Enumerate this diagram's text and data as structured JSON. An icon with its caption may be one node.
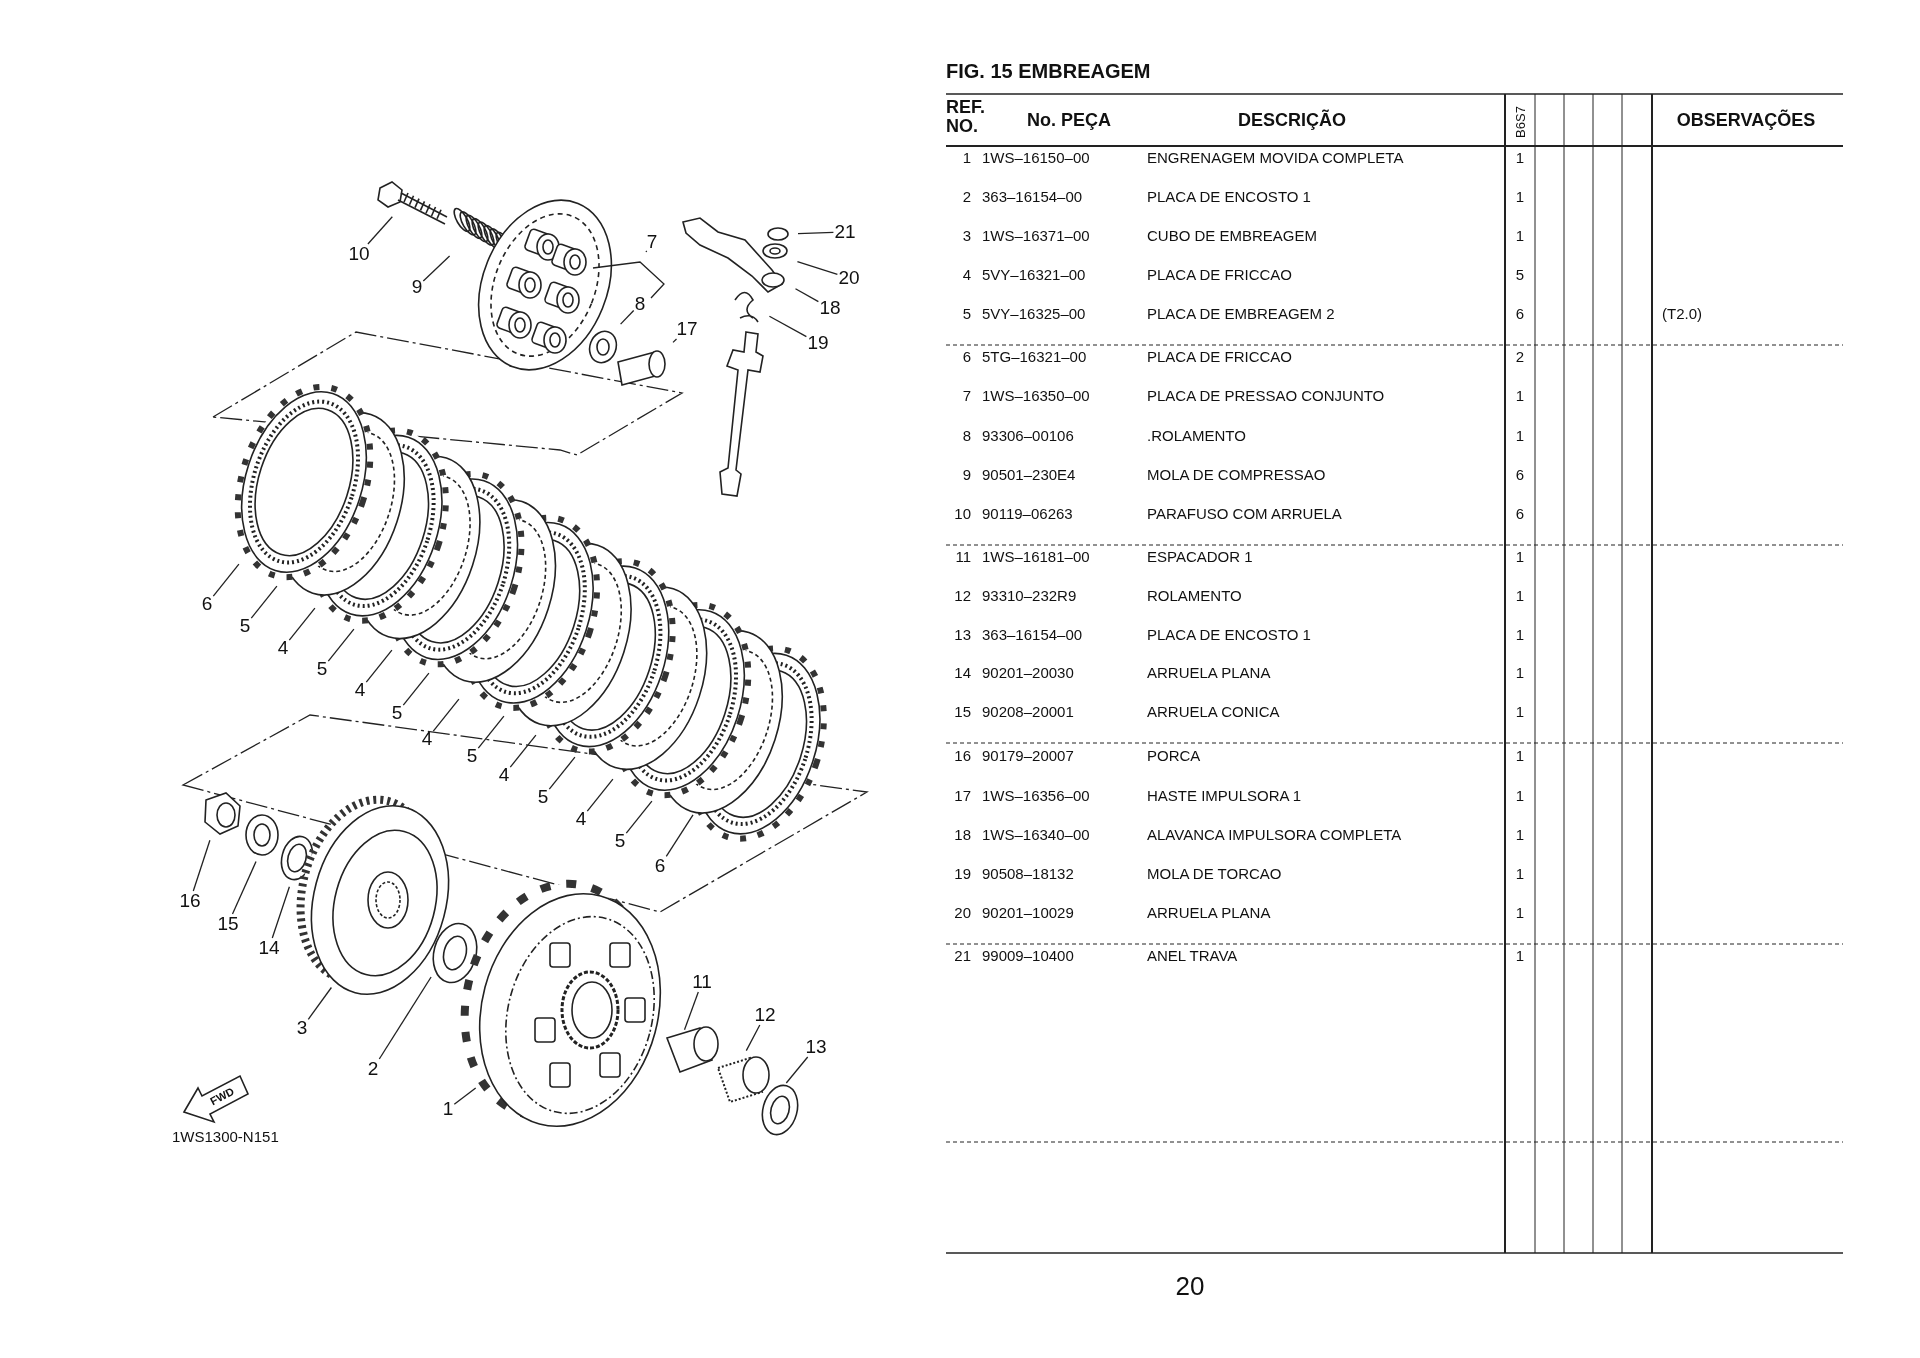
{
  "diagram": {
    "title": "FIG. 15 EMBREAGEM",
    "nodes": [
      {
        "text": [
          "10"
        ]
      },
      {
        "text": [
          "9"
        ]
      },
      {
        "text": [
          "7"
        ]
      },
      {
        "text": [
          "8"
        ]
      },
      {
        "text": [
          "17"
        ]
      },
      {
        "text": [
          "21"
        ]
      },
      {
        "text": [
          "20"
        ]
      },
      {
        "text": [
          "18"
        ]
      },
      {
        "text": [
          "19"
        ]
      },
      {
        "text": [
          "6"
        ]
      },
      {
        "text": [
          "5"
        ]
      },
      {
        "text": [
          "4"
        ]
      },
      {
        "text": [
          "5"
        ]
      },
      {
        "text": [
          "4"
        ]
      },
      {
        "text": [
          "5"
        ]
      },
      {
        "text": [
          "4"
        ]
      },
      {
        "text": [
          "5"
        ]
      },
      {
        "text": [
          "4"
        ]
      },
      {
        "text": [
          "5"
        ]
      },
      {
        "text": [
          "4"
        ]
      },
      {
        "text": [
          "5"
        ]
      },
      {
        "text": [
          "6"
        ]
      },
      {
        "text": [
          "16"
        ]
      },
      {
        "text": [
          "15"
        ]
      },
      {
        "text": [
          "14"
        ]
      },
      {
        "text": [
          "3"
        ]
      },
      {
        "text": [
          "2"
        ]
      },
      {
        "text": [
          "1"
        ]
      },
      {
        "text": [
          "11"
        ]
      },
      {
        "text": [
          "12"
        ]
      },
      {
        "text": [
          "13"
        ]
      }
    ],
    "edges": [
      {
        "from": 0,
        "to": null,
        "arrow": "none"
      },
      {
        "from": 1,
        "to": null,
        "arrow": "none"
      },
      {
        "from": 2,
        "to": null,
        "arrow": "none"
      },
      {
        "from": 3,
        "to": null,
        "arrow": "none"
      },
      {
        "from": 4,
        "to": null,
        "arrow": "none"
      },
      {
        "from": 5,
        "to": null,
        "arrow": "none"
      },
      {
        "from": 6,
        "to": null,
        "arrow": "none"
      },
      {
        "from": 7,
        "to": null,
        "arrow": "none"
      },
      {
        "from": 8,
        "to": null,
        "arrow": "none"
      },
      {
        "from": 9,
        "to": null,
        "arrow": "none"
      },
      {
        "from": 10,
        "to": null,
        "arrow": "none"
      },
      {
        "from": 11,
        "to": null,
        "arrow": "none"
      },
      {
        "from": 12,
        "to": null,
        "arrow": "none"
      },
      {
        "from": 13,
        "to": null,
        "arrow": "none"
      },
      {
        "from": 14,
        "to": null,
        "arrow": "none"
      },
      {
        "from": 15,
        "to": null,
        "arrow": "none"
      },
      {
        "from": 16,
        "to": null,
        "arrow": "none"
      },
      {
        "from": 17,
        "to": null,
        "arrow": "none"
      },
      {
        "from": 18,
        "to": null,
        "arrow": "none"
      },
      {
        "from": 19,
        "to": null,
        "arrow": "none"
      },
      {
        "from": 20,
        "to": null,
        "arrow": "none"
      },
      {
        "from": 21,
        "to": null,
        "arrow": "none"
      },
      {
        "from": 22,
        "to": null,
        "arrow": "none"
      },
      {
        "from": 23,
        "to": null,
        "arrow": "none"
      },
      {
        "from": 24,
        "to": null,
        "arrow": "none"
      },
      {
        "from": 25,
        "to": null,
        "arrow": "none"
      },
      {
        "from": 26,
        "to": null,
        "arrow": "none"
      },
      {
        "from": 27,
        "to": null,
        "arrow": "none"
      },
      {
        "from": 28,
        "to": null,
        "arrow": "none"
      },
      {
        "from": 29,
        "to": null,
        "arrow": "none"
      },
      {
        "from": 30,
        "to": null,
        "arrow": "none"
      }
    ],
    "labels": [
      "REF. NO.",
      "No. PEÇA",
      "DESCRIÇÃO",
      "B6S7",
      "OBSERVAÇÕES",
      "1",
      "1WS–16150–00",
      "ENGRENAGEM MOVIDA COMPLETA",
      "1",
      "2",
      "363–16154–00",
      "PLACA DE ENCOSTO 1",
      "1",
      "3",
      "1WS–16371–00",
      "CUBO DE EMBREAGEM",
      "1",
      "4",
      "5VY–16321–00",
      "PLACA DE FRICCAO",
      "5",
      "5",
      "5VY–16325–00",
      "PLACA DE EMBREAGEM 2",
      "6",
      "(T2.0)",
      "6",
      "5TG–16321–00",
      "PLACA DE FRICCAO",
      "2",
      "7",
      "1WS–16350–00",
      "PLACA DE PRESSAO CONJUNTO",
      "1",
      "8",
      "93306–00106",
      ".ROLAMENTO",
      "1",
      "9",
      "90501–230E4",
      "MOLA DE COMPRESSAO",
      "6",
      "10",
      "90119–06263",
      "PARAFUSO COM ARRUELA",
      "6",
      "11",
      "1WS–16181–00",
      "ESPACADOR 1",
      "1",
      "12",
      "93310–232R9",
      "ROLAMENTO",
      "1",
      "13",
      "363–16154–00",
      "PLACA DE ENCOSTO 1",
      "1",
      "14",
      "90201–20030",
      "ARRUELA PLANA",
      "1",
      "15",
      "90208–20001",
      "ARRUELA CONICA",
      "1",
      "16",
      "90179–20007",
      "PORCA",
      "1",
      "17",
      "1WS–16356–00",
      "HASTE IMPULSORA 1",
      "1",
      "18",
      "1WS–16340–00",
      "ALAVANCA IMPULSORA COMPLETA",
      "1",
      "19",
      "90508–18132",
      "MOLA DE TORCAO",
      "1",
      "20",
      "90201–10029",
      "ARRUELA PLANA",
      "1",
      "21",
      "99009–10400",
      "ANEL TRAVA",
      "1",
      "1WS1300-N151",
      "FWD",
      "20"
    ]
  }
}
